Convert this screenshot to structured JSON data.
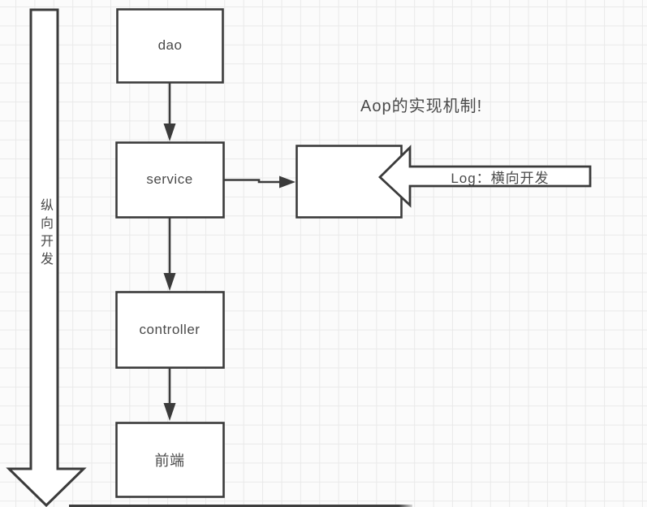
{
  "diagram": {
    "annotation": "Aop的实现机制!",
    "vertical_arrow": {
      "label": "纵向开发",
      "direction": "down"
    },
    "log_arrow": {
      "label": "Log：横向开发",
      "direction": "left"
    },
    "boxes": {
      "dao": {
        "label": "dao"
      },
      "service": {
        "label": "service"
      },
      "controller": {
        "label": "controller"
      },
      "frontend": {
        "label": "前端"
      },
      "aop": {
        "label": ""
      }
    },
    "flow": [
      "dao",
      "service",
      "controller",
      "前端"
    ],
    "colors": {
      "shape_stroke": "#3b3b3b",
      "shape_fill": "#ffffff",
      "text": "#4a4a4a",
      "grid": "#e9e9e9",
      "background": "#fbfbfb"
    }
  }
}
